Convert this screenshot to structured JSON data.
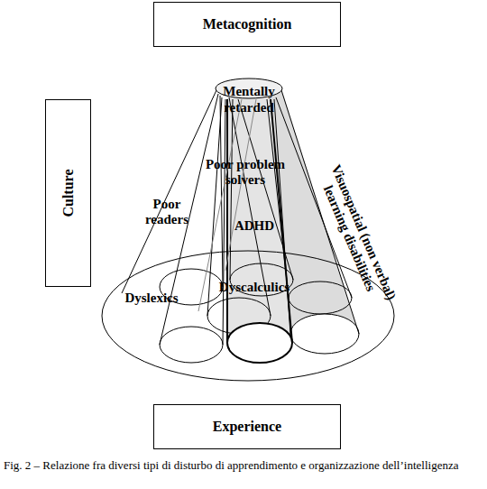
{
  "diagram": {
    "caption": "Fig. 2 – Relazione fra diversi tipi di disturbo di apprendimento e organizzazione dell’intelligenza",
    "nodes": [
      {
        "text": [
          "Metacognition"
        ]
      },
      {
        "text": [
          "Culture"
        ]
      },
      {
        "text": [
          "Mentally retarded"
        ]
      },
      {
        "text": [
          "Experience"
        ]
      }
    ],
    "labels": [
      "Poor problem solvers",
      "Poor readers",
      "ADHD",
      "Visuospatial (non verbal) learning disabilities",
      "Dyslexics",
      "Dyscalculics"
    ]
  }
}
